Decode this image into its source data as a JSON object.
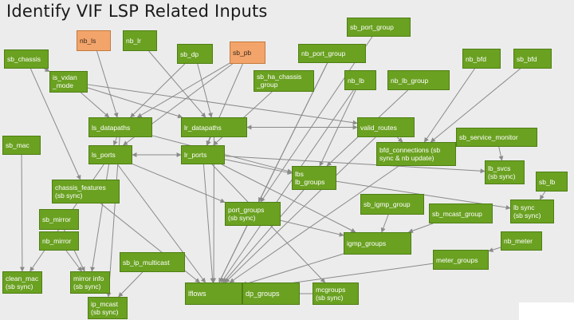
{
  "title": "Identify VIF LSP Related Inputs",
  "colors": {
    "green": "#6aa121",
    "orange": "#f3a46b",
    "edge": "#8a8a8a",
    "background": "#ececec"
  },
  "nodes": {
    "nb_ls": {
      "lines": [
        "nb_ls"
      ],
      "color": "orange"
    },
    "nb_lr": {
      "lines": [
        "nb_lr"
      ],
      "color": "green"
    },
    "sb_dp": {
      "lines": [
        "sb_dp"
      ],
      "color": "green"
    },
    "sb_pb": {
      "lines": [
        "sb_pb"
      ],
      "color": "orange"
    },
    "sb_port_group": {
      "lines": [
        "sb_port_group"
      ],
      "color": "green"
    },
    "nb_port_group": {
      "lines": [
        "nb_port_group"
      ],
      "color": "green"
    },
    "sb_chassis": {
      "lines": [
        "sb_chassis"
      ],
      "color": "green"
    },
    "is_vxlan_mode": {
      "lines": [
        "is_vxlan",
        "_mode"
      ],
      "color": "green"
    },
    "sb_ha_chassis_group": {
      "lines": [
        "sb_ha_chassis",
        "_group"
      ],
      "color": "green"
    },
    "nb_lb": {
      "lines": [
        "nb_lb"
      ],
      "color": "green"
    },
    "nb_lb_group": {
      "lines": [
        "nb_lb_group"
      ],
      "color": "green"
    },
    "nb_bfd": {
      "lines": [
        "nb_bfd"
      ],
      "color": "green"
    },
    "sb_bfd": {
      "lines": [
        "sb_bfd"
      ],
      "color": "green"
    },
    "ls_datapaths": {
      "lines": [
        "ls_datapaths"
      ],
      "color": "green"
    },
    "lr_datapaths": {
      "lines": [
        "lr_datapaths"
      ],
      "color": "green"
    },
    "valid_routes": {
      "lines": [
        "valid_routes"
      ],
      "color": "green"
    },
    "sb_mac": {
      "lines": [
        "sb_mac"
      ],
      "color": "green"
    },
    "bfd_connections": {
      "lines": [
        "bfd_connections (sb",
        "sync & nb update)"
      ],
      "color": "green"
    },
    "sb_service_monitor": {
      "lines": [
        "sb_service_monitor"
      ],
      "color": "green"
    },
    "ls_ports": {
      "lines": [
        "ls_ports"
      ],
      "color": "green"
    },
    "lr_ports": {
      "lines": [
        "lr_ports"
      ],
      "color": "green"
    },
    "lbs_lb_groups": {
      "lines": [
        "lbs",
        "lb_groups"
      ],
      "color": "green"
    },
    "lb_svcs": {
      "lines": [
        "lb_svcs",
        "(sb sync)"
      ],
      "color": "green"
    },
    "chassis_features": {
      "lines": [
        "chassis_features",
        "(sb sync)"
      ],
      "color": "green"
    },
    "sb_lb": {
      "lines": [
        "sb_lb"
      ],
      "color": "green"
    },
    "sb_igmp_group": {
      "lines": [
        "sb_igmp_group"
      ],
      "color": "green"
    },
    "port_groups": {
      "lines": [
        "port_groups",
        "(sb sync)"
      ],
      "color": "green"
    },
    "sb_mcast_group": {
      "lines": [
        "sb_mcast_group"
      ],
      "color": "green"
    },
    "lb_sync": {
      "lines": [
        "lb sync",
        "(sb sync)"
      ],
      "color": "green"
    },
    "sb_mirror": {
      "lines": [
        "sb_mirror"
      ],
      "color": "green"
    },
    "nb_mirror": {
      "lines": [
        "nb_mirror"
      ],
      "color": "green"
    },
    "igmp_groups": {
      "lines": [
        "igmp_groups"
      ],
      "color": "green"
    },
    "nb_meter": {
      "lines": [
        "nb_meter"
      ],
      "color": "green"
    },
    "sb_ip_multicast": {
      "lines": [
        "sb_ip_multicast"
      ],
      "color": "green"
    },
    "meter_groups": {
      "lines": [
        "meter_groups"
      ],
      "color": "green"
    },
    "clean_mac": {
      "lines": [
        "clean_mac",
        "(sb sync)"
      ],
      "color": "green"
    },
    "mirror_info": {
      "lines": [
        "mirror info",
        "(sb sync)"
      ],
      "color": "green"
    },
    "lflows": {
      "lines": [
        "lflows"
      ],
      "color": "green"
    },
    "dp_groups": {
      "lines": [
        "dp_groups"
      ],
      "color": "green"
    },
    "mcgroups": {
      "lines": [
        "mcgroups",
        "(sb sync)"
      ],
      "color": "green"
    },
    "ip_mcast": {
      "lines": [
        "ip_mcast",
        "(sb sync)"
      ],
      "color": "green"
    }
  },
  "edges": [
    [
      "nb_ls",
      "ls_datapaths"
    ],
    [
      "nb_lr",
      "lr_datapaths"
    ],
    [
      "sb_dp",
      "ls_datapaths"
    ],
    [
      "sb_dp",
      "lr_datapaths"
    ],
    [
      "sb_pb",
      "ls_ports"
    ],
    [
      "sb_pb",
      "lr_ports"
    ],
    [
      "sb_pb",
      "ls_datapaths"
    ],
    [
      "sb_chassis",
      "is_vxlan_mode"
    ],
    [
      "sb_chassis",
      "chassis_features"
    ],
    [
      "is_vxlan_mode",
      "ls_datapaths"
    ],
    [
      "is_vxlan_mode",
      "lr_datapaths"
    ],
    [
      "is_vxlan_mode",
      "valid_routes"
    ],
    [
      "ls_datapaths",
      "ls_ports"
    ],
    [
      "ls_datapaths",
      "lbs_lb_groups"
    ],
    [
      "lr_datapaths",
      "lr_ports"
    ],
    [
      "lr_datapaths",
      "valid_routes"
    ],
    [
      "sb_ha_chassis_group",
      "lr_ports"
    ],
    [
      "nb_lb",
      "lbs_lb_groups"
    ],
    [
      "nb_lb_group",
      "lbs_lb_groups"
    ],
    [
      "nb_bfd",
      "bfd_connections"
    ],
    [
      "sb_bfd",
      "bfd_connections"
    ],
    [
      "valid_routes",
      "lr_datapaths"
    ],
    [
      "valid_routes",
      "bfd_connections"
    ],
    [
      "sb_service_monitor",
      "lb_svcs"
    ],
    [
      "sb_port_group",
      "port_groups"
    ],
    [
      "nb_port_group",
      "port_groups"
    ],
    [
      "ls_ports",
      "lr_ports"
    ],
    [
      "lr_ports",
      "ls_ports"
    ],
    [
      "ls_ports",
      "port_groups"
    ],
    [
      "ls_ports",
      "lflows"
    ],
    [
      "ls_ports",
      "mirror_info"
    ],
    [
      "lr_ports",
      "lflows"
    ],
    [
      "lr_ports",
      "lbs_lb_groups"
    ],
    [
      "lr_ports",
      "lb_svcs"
    ],
    [
      "lr_ports",
      "mcgroups"
    ],
    [
      "lbs_lb_groups",
      "lb_sync"
    ],
    [
      "lbs_lb_groups",
      "lflows"
    ],
    [
      "sb_lb",
      "lb_sync"
    ],
    [
      "sb_mac",
      "clean_mac"
    ],
    [
      "sb_mirror",
      "mirror_info"
    ],
    [
      "nb_mirror",
      "mirror_info"
    ],
    [
      "sb_igmp_group",
      "igmp_groups"
    ],
    [
      "sb_mcast_group",
      "igmp_groups"
    ],
    [
      "port_groups",
      "lflows"
    ],
    [
      "port_groups",
      "igmp_groups"
    ],
    [
      "igmp_groups",
      "lflows"
    ],
    [
      "nb_meter",
      "meter_groups"
    ],
    [
      "meter_groups",
      "lflows"
    ],
    [
      "sb_ip_multicast",
      "ip_mcast"
    ],
    [
      "ls_datapaths",
      "ip_mcast"
    ],
    [
      "chassis_features",
      "lflows"
    ],
    [
      "bfd_connections",
      "lflows"
    ],
    [
      "lr_datapaths",
      "lflows"
    ],
    [
      "valid_routes",
      "lflows"
    ],
    [
      "nb_port_group",
      "lflows"
    ],
    [
      "ls_ports",
      "clean_mac"
    ],
    [
      "lr_ports",
      "igmp_groups"
    ],
    [
      "nb_lb",
      "lflows"
    ],
    [
      "mcgroups",
      "lflows"
    ]
  ]
}
